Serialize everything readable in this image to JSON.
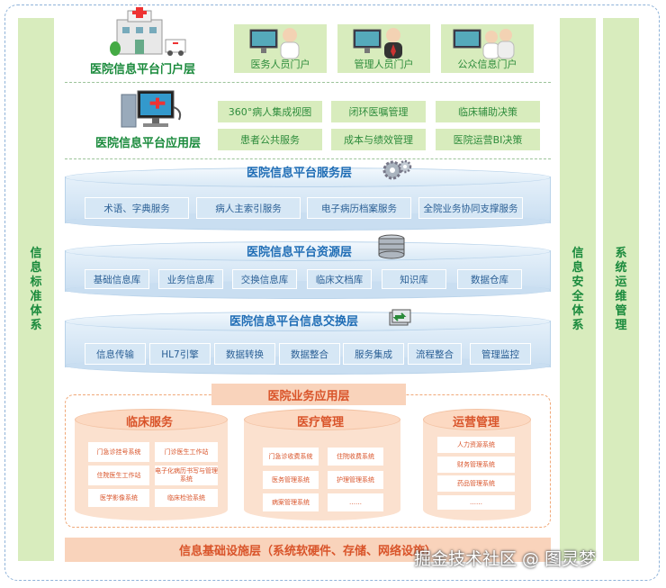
{
  "side_columns": {
    "left": "信息标准体系",
    "right_a": "信息安全体系",
    "right_b": "系统运维管理"
  },
  "portal_layer": {
    "title": "医院信息平台门户层",
    "portals": [
      "医务人员门户",
      "管理人员门户",
      "公众信息门户"
    ]
  },
  "application_layer": {
    "title": "医院信息平台应用层",
    "items": [
      "360°病人集成视图",
      "闭环医嘱管理",
      "临床辅助决策",
      "患者公共服务",
      "成本与绩效管理",
      "医院运营BI决策"
    ]
  },
  "service_layer": {
    "title": "医院信息平台服务层",
    "items": [
      "术语、字典服务",
      "病人主索引服务",
      "电子病历档案服务",
      "全院业务协同支撑服务"
    ]
  },
  "resource_layer": {
    "title": "医院信息平台资源层",
    "items": [
      "基础信息库",
      "业务信息库",
      "交换信息库",
      "临床文档库",
      "知识库",
      "数据仓库"
    ]
  },
  "exchange_layer": {
    "title": "医院信息平台信息交换层",
    "items": [
      "信息传输",
      "HL7引擎",
      "数据转换",
      "数据整合",
      "服务集成",
      "流程整合",
      "管理监控"
    ]
  },
  "business_layer": {
    "title": "医院业务应用层",
    "groups": [
      {
        "title": "临床服务",
        "items": [
          "门急诊挂号系统",
          "门诊医生工作站",
          "住院医生工作站",
          "电子化病历书写与管理系统",
          "医学影像系统",
          "临床检验系统"
        ]
      },
      {
        "title": "医疗管理",
        "items": [
          "门急诊收费系统",
          "住院收费系统",
          "医务管理系统",
          "护理管理系统",
          "病案管理系统",
          "……"
        ]
      },
      {
        "title": "运营管理",
        "items": [
          "人力资源系统",
          "财务管理系统",
          "药品管理系统",
          "……"
        ]
      }
    ]
  },
  "infrastructure_layer": {
    "title": "信息基础设施层（系统软硬件、存储、网络设施）"
  },
  "watermark": "掘金技术社区 @ 图灵梦"
}
